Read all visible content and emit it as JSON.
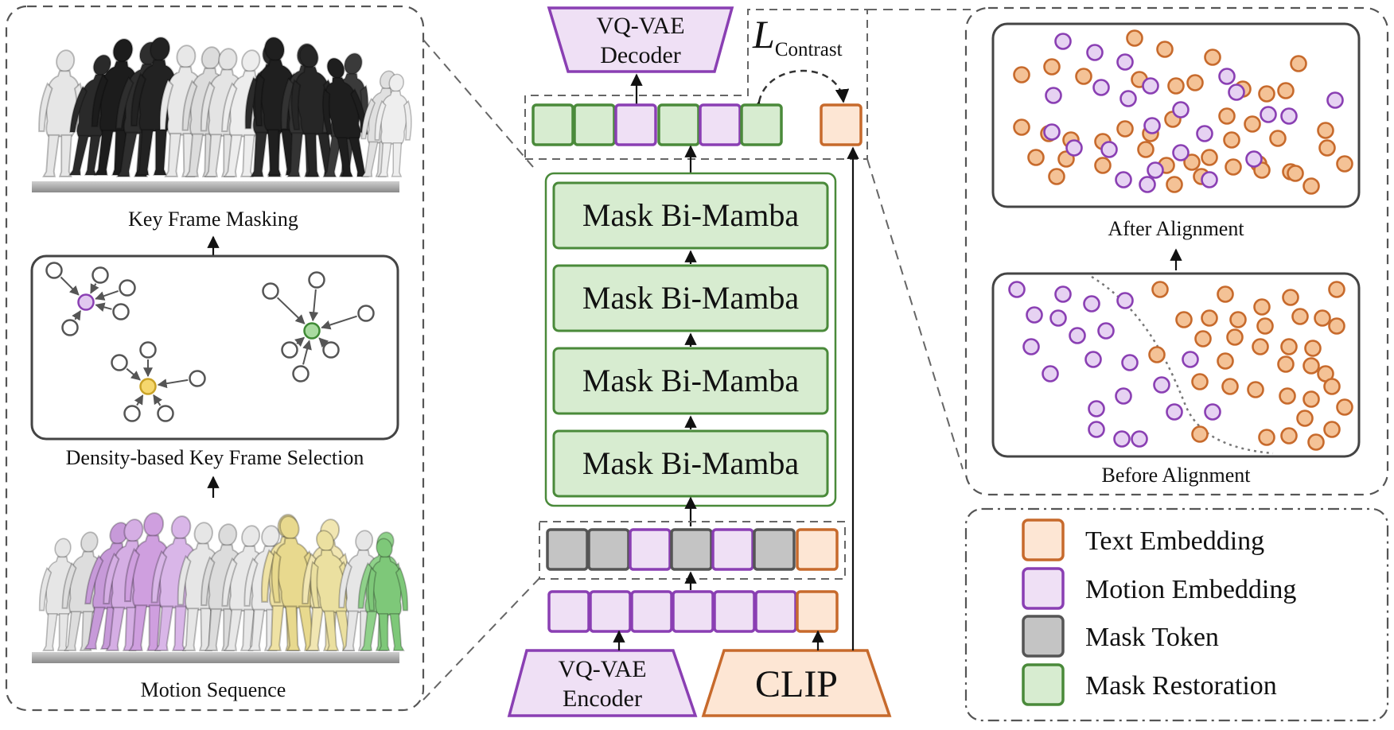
{
  "left_panel": {
    "key_frame_masking": "Key Frame Masking",
    "density_selection": "Density-based Key Frame Selection",
    "motion_sequence": "Motion Sequence"
  },
  "center": {
    "decoder_line1": "VQ-VAE",
    "decoder_line2": "Decoder",
    "encoder_line1": "VQ-VAE",
    "encoder_line2": "Encoder",
    "mamba_blocks": [
      "Mask Bi-Mamba",
      "Mask Bi-Mamba",
      "Mask Bi-Mamba",
      "Mask Bi-Mamba"
    ],
    "clip": "CLIP",
    "loss_main": "L",
    "loss_sub": "Contrast",
    "output_tokens": [
      "restoration",
      "restoration",
      "motion",
      "restoration",
      "motion",
      "restoration",
      "text"
    ],
    "masked_tokens": [
      "mask",
      "mask",
      "motion",
      "mask",
      "motion",
      "mask",
      "text"
    ],
    "input_tokens": [
      "motion",
      "motion",
      "motion",
      "motion",
      "motion",
      "motion",
      "text"
    ]
  },
  "right_panel": {
    "after_alignment": "After Alignment",
    "before_alignment": "Before Alignment"
  },
  "legend": [
    {
      "label": "Text Embedding",
      "kind": "text"
    },
    {
      "label": "Motion Embedding",
      "kind": "motion"
    },
    {
      "label": "Mask Token",
      "kind": "mask"
    },
    {
      "label": "Mask Restoration",
      "kind": "restoration"
    }
  ],
  "colors": {
    "text_fill": "#fde6d4",
    "text_stroke": "#c76a2c",
    "motion_fill": "#efe0f5",
    "motion_stroke": "#8a3fb3",
    "mask_fill": "#c4c4c4",
    "mask_stroke": "#555555",
    "restoration_fill": "#d7ecd0",
    "restoration_stroke": "#4a8a3a",
    "dot_orange_fill": "#f4c296",
    "dot_orange_stroke": "#c76a2c",
    "dot_purple_fill": "#e6d2f2",
    "dot_purple_stroke": "#8a3fb3"
  }
}
